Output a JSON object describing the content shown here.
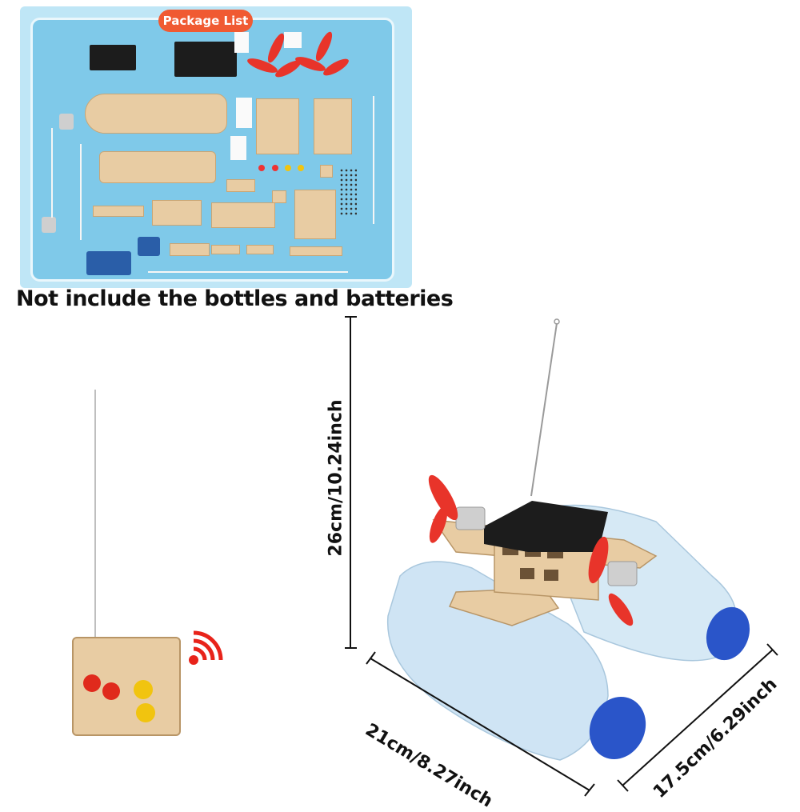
{
  "package": {
    "badge_label": "Package List"
  },
  "note": "Not include the bottles and batteries",
  "dimensions": {
    "height_label": "26cm/10.24inch",
    "width_label": "21cm/8.27inch",
    "depth_label": "17.5cm/6.29inch"
  },
  "colors": {
    "panel_blue": "#7fc9e9",
    "badge_orange": "#f05a32",
    "wood": "#e8cca3",
    "button_red": "#e02a1c",
    "button_yellow": "#f1c40f",
    "cap_blue": "#2a55c9",
    "signal_red": "#e8231a"
  }
}
